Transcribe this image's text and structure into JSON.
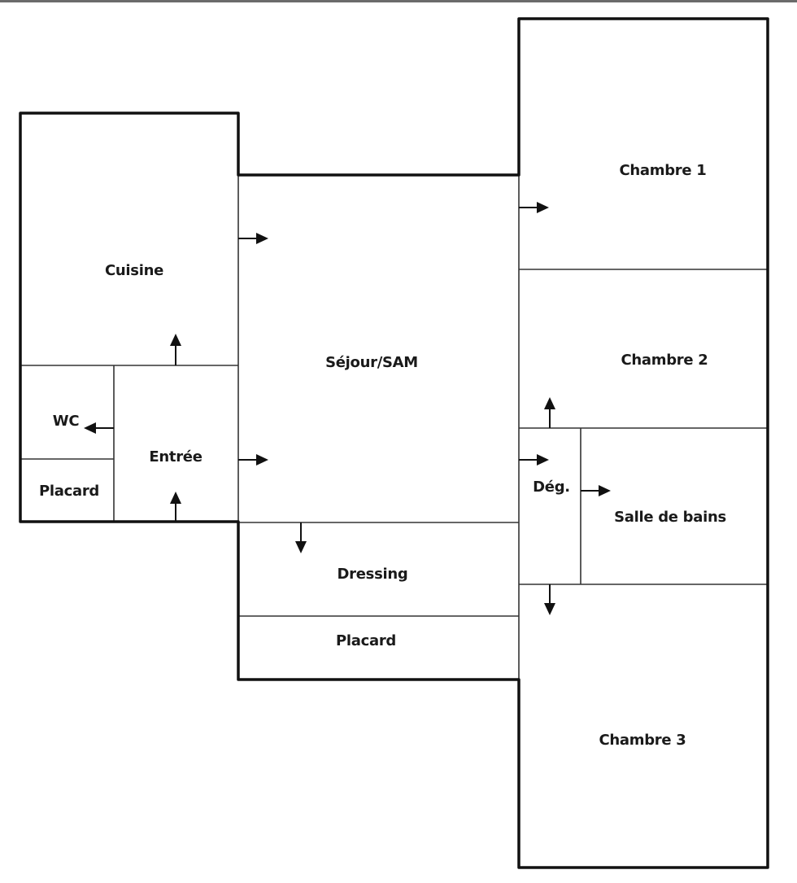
{
  "plan": {
    "title": "",
    "rooms": [
      {
        "id": "cuisine",
        "label": "Cuisine"
      },
      {
        "id": "wc",
        "label": "WC"
      },
      {
        "id": "placard-entree",
        "label": "Placard"
      },
      {
        "id": "entree",
        "label": "Entrée"
      },
      {
        "id": "sejour",
        "label": "Séjour/SAM"
      },
      {
        "id": "dressing",
        "label": "Dressing"
      },
      {
        "id": "placard-dressing",
        "label": "Placard"
      },
      {
        "id": "chambre1",
        "label": "Chambre 1"
      },
      {
        "id": "chambre2",
        "label": "Chambre 2"
      },
      {
        "id": "degagement",
        "label": "Dég."
      },
      {
        "id": "salle-de-bains",
        "label": "Salle de bains"
      },
      {
        "id": "chambre3",
        "label": "Chambre 3"
      }
    ],
    "doors": [
      {
        "from": "entree",
        "to": "cuisine",
        "direction": "up"
      },
      {
        "from": "entree",
        "to": "wc",
        "direction": "left"
      },
      {
        "from": "exterior",
        "to": "entree",
        "direction": "up"
      },
      {
        "from": "cuisine",
        "to": "sejour",
        "direction": "right"
      },
      {
        "from": "entree",
        "to": "sejour",
        "direction": "right"
      },
      {
        "from": "sejour",
        "to": "dressing",
        "direction": "down"
      },
      {
        "from": "sejour",
        "to": "chambre1",
        "direction": "right"
      },
      {
        "from": "degagement",
        "to": "chambre2",
        "direction": "up"
      },
      {
        "from": "sejour",
        "to": "degagement",
        "direction": "right"
      },
      {
        "from": "degagement",
        "to": "salle-de-bains",
        "direction": "right"
      },
      {
        "from": "degagement",
        "to": "chambre3",
        "direction": "down"
      }
    ]
  }
}
